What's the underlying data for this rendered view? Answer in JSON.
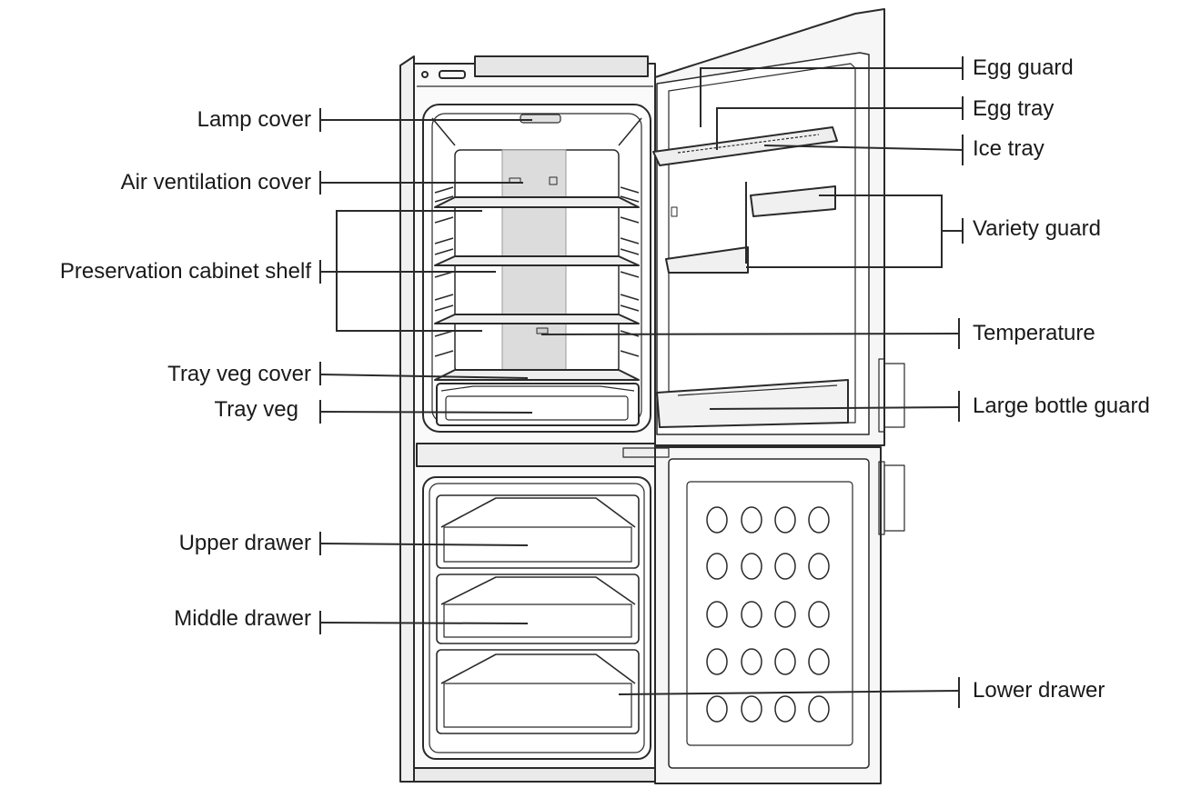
{
  "diagram": {
    "left_labels": {
      "lamp_cover": "Lamp cover",
      "air_ventilation_cover": "Air ventilation cover",
      "preservation_cabinet_shelf": "Preservation cabinet shelf",
      "tray_veg_cover": "Tray veg cover",
      "tray_veg": "Tray veg",
      "upper_drawer": "Upper drawer",
      "middle_drawer": "Middle drawer"
    },
    "right_labels": {
      "egg_guard": "Egg guard",
      "egg_tray": "Egg tray",
      "ice_tray": "Ice tray",
      "variety_guard": "Variety guard",
      "temperature": "Temperature",
      "large_bottle_guard": "Large bottle guard",
      "lower_drawer": "Lower drawer"
    },
    "colors": {
      "line": "#2a2a2a",
      "text": "#1a1a1a",
      "shelf": "#d8d8d8",
      "panel": "#e4e4e4"
    }
  }
}
